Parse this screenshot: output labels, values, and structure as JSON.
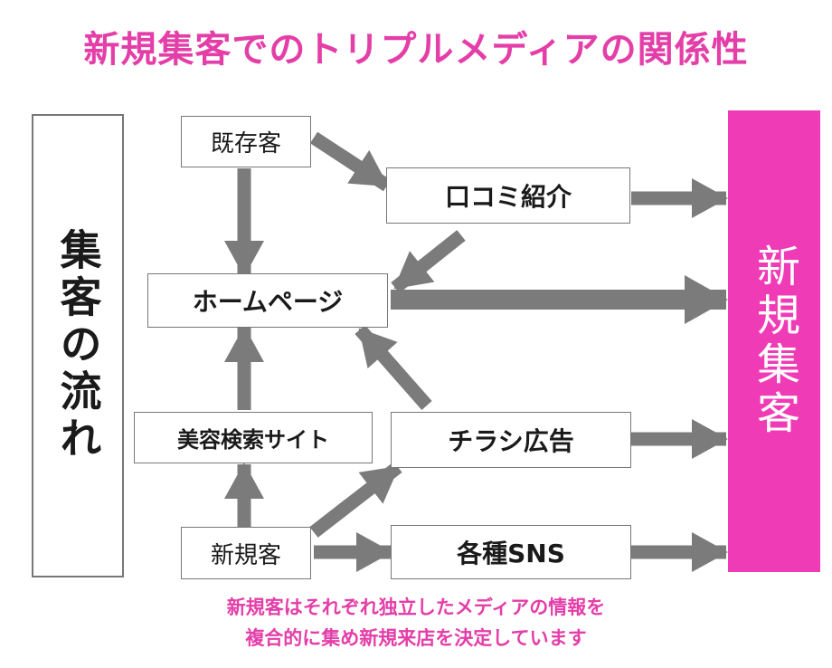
{
  "title": "新規集客でのトリプルメディアの関係性",
  "left_label": "集客の流れ",
  "right_label": "新規集客",
  "nodes": {
    "kizon": "既存客",
    "kuchikomi": "口コミ紹介",
    "homepage": "ホームページ",
    "biyou": "美容検索サイト",
    "chirashi": "チラシ広告",
    "shinki": "新規客",
    "sns": "各種SNS"
  },
  "footnote": {
    "line1": "新規客はそれぞれ独立したメディアの情報を",
    "line2": "複合的に集め新規来店を決定しています"
  },
  "colors": {
    "title": "#e43ea8",
    "accent": "#ef3bb5",
    "arrow": "#7b7b7b"
  }
}
